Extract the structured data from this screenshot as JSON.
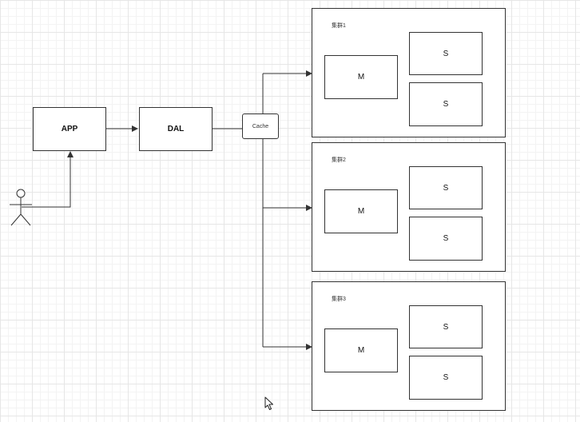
{
  "nodes": {
    "app": "APP",
    "dal": "DAL",
    "cache": "Cache"
  },
  "clusters": [
    {
      "label": "集群1",
      "master": "M",
      "slaves": [
        "S",
        "S"
      ]
    },
    {
      "label": "集群2",
      "master": "M",
      "slaves": [
        "S",
        "S"
      ]
    },
    {
      "label": "集群3",
      "master": "M",
      "slaves": [
        "S",
        "S"
      ]
    }
  ],
  "icons": {
    "actor": "user-actor-icon",
    "cursor": "mouse-cursor-icon"
  }
}
